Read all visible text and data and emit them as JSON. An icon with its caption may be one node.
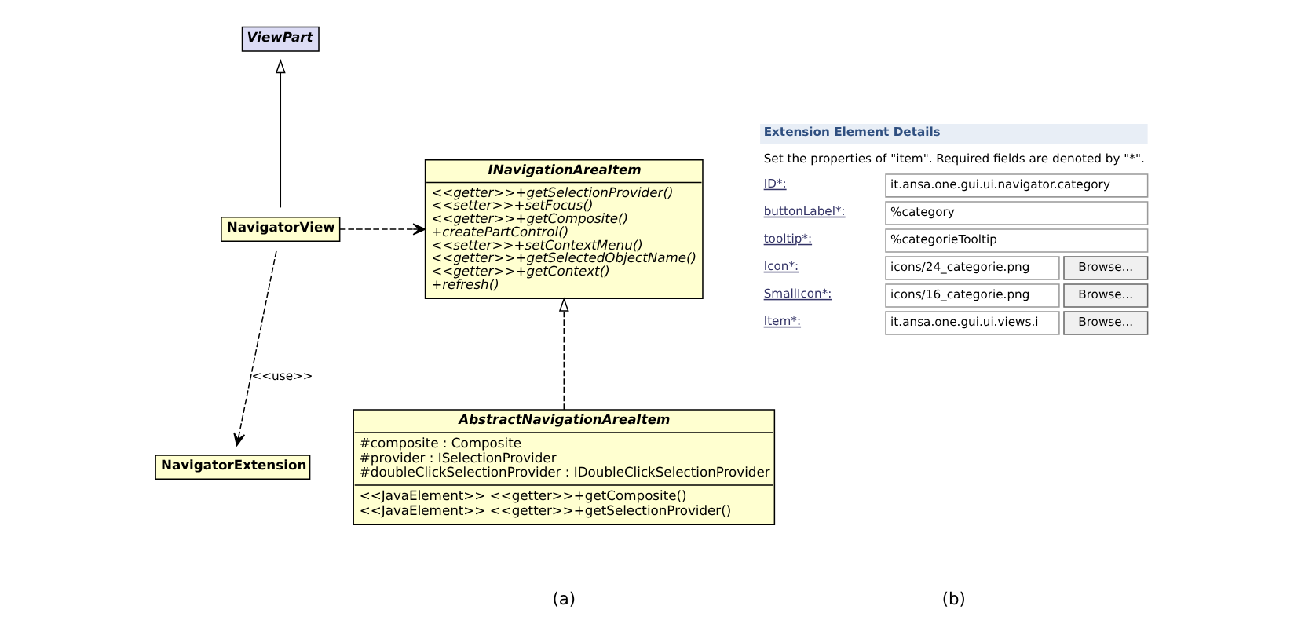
{
  "diagram": {
    "nodes": [
      {
        "text": [
          "ViewPart"
        ]
      },
      {
        "text": [
          "INavigationAreaItem",
          "<<getter>>+getSelectionProvider()",
          "<<setter>>+setFocus()",
          "<<getter>>+getComposite()",
          "+createPartControl()",
          "<<setter>>+setContextMenu()",
          "<<getter>>+getSelectedObjectName()",
          "<<getter>>+getContext()",
          "+refresh()"
        ]
      },
      {
        "text": [
          "NavigatorView"
        ]
      },
      {
        "text": [
          "NavigatorExtension"
        ]
      },
      {
        "text": [
          "AbstractNavigationAreaItem",
          "#composite : Composite",
          "#provider : ISelectionProvider",
          "#doubleClickSelectionProvider : IDoubleClickSelectionProvider",
          "<<JavaElement>> <<getter>>+getComposite()",
          "<<JavaElement>> <<getter>>+getSelectionProvider()"
        ]
      }
    ],
    "edges": [
      {
        "from": 2,
        "to": 0,
        "arrow": "to"
      },
      {
        "from": 2,
        "to": 1,
        "arrow": "to",
        "style": "dashed"
      },
      {
        "from": 2,
        "to": 3,
        "arrow": "to",
        "style": "dashed",
        "label": "<<use>>"
      },
      {
        "from": 4,
        "to": 1,
        "arrow": "to",
        "style": "dashed"
      }
    ],
    "labels": [
      "(a)",
      "(b)",
      "Extension Element Details",
      "Set the properties of \"item\". Required fields are denoted by \"*\".",
      "ID*:",
      "it.ansa.one.gui.ui.navigator.category",
      "buttonLabel*:",
      "%category",
      "tooltip*:",
      "%categorieTooltip",
      "Icon*:",
      "icons/24_categorie.png",
      "Browse...",
      "SmallIcon*:",
      "icons/16_categorie.png",
      "Browse...",
      "Item*:",
      "it.ansa.one.gui.ui.views.i",
      "Browse..."
    ]
  }
}
